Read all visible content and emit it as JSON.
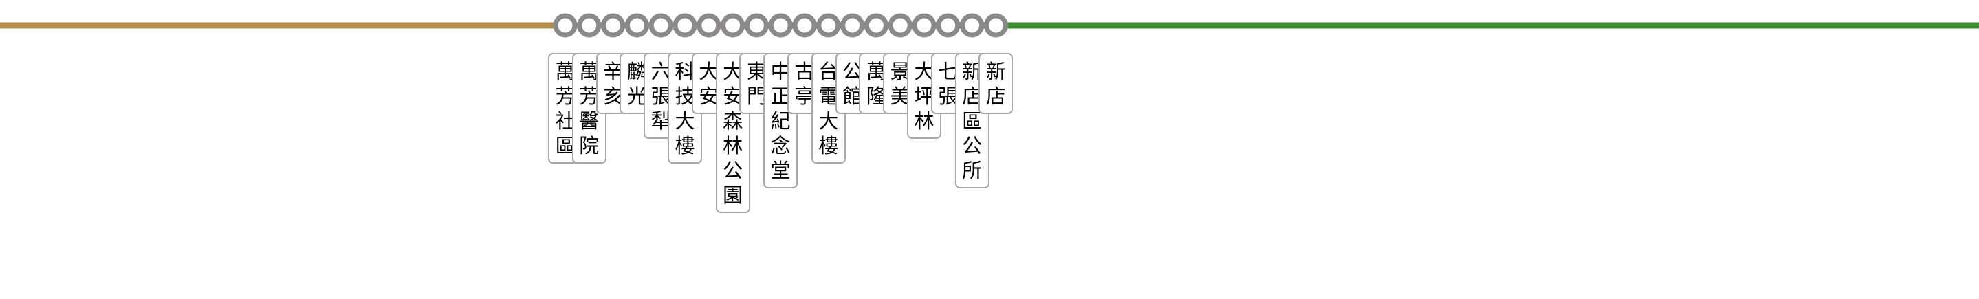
{
  "colors": {
    "brown_line": "#b68e4c",
    "red_line": "#e3312d",
    "green_line": "#3a8b31",
    "station_ring": "#8a8a8a",
    "station_fill": "#ffffff",
    "label_border": "#a8a8a8"
  },
  "segments": [
    {
      "color_key": "brown_line",
      "from": "start",
      "to": 5
    },
    {
      "color_key": "red_line",
      "from": 5,
      "to": 8
    },
    {
      "color_key": "green_line",
      "from": 8,
      "to": "end"
    }
  ],
  "stations": [
    {
      "name": "萬芳社區"
    },
    {
      "name": "萬芳醫院"
    },
    {
      "name": "辛亥"
    },
    {
      "name": "麟光"
    },
    {
      "name": "六張犁"
    },
    {
      "name": "科技大樓"
    },
    {
      "name": "大安"
    },
    {
      "name": "大安森林公園"
    },
    {
      "name": "東門"
    },
    {
      "name": "中正紀念堂"
    },
    {
      "name": "古亭"
    },
    {
      "name": "台電大樓"
    },
    {
      "name": "公館"
    },
    {
      "name": "萬隆"
    },
    {
      "name": "景美"
    },
    {
      "name": "大坪林"
    },
    {
      "name": "七張"
    },
    {
      "name": "新店區公所"
    },
    {
      "name": "新店"
    }
  ]
}
